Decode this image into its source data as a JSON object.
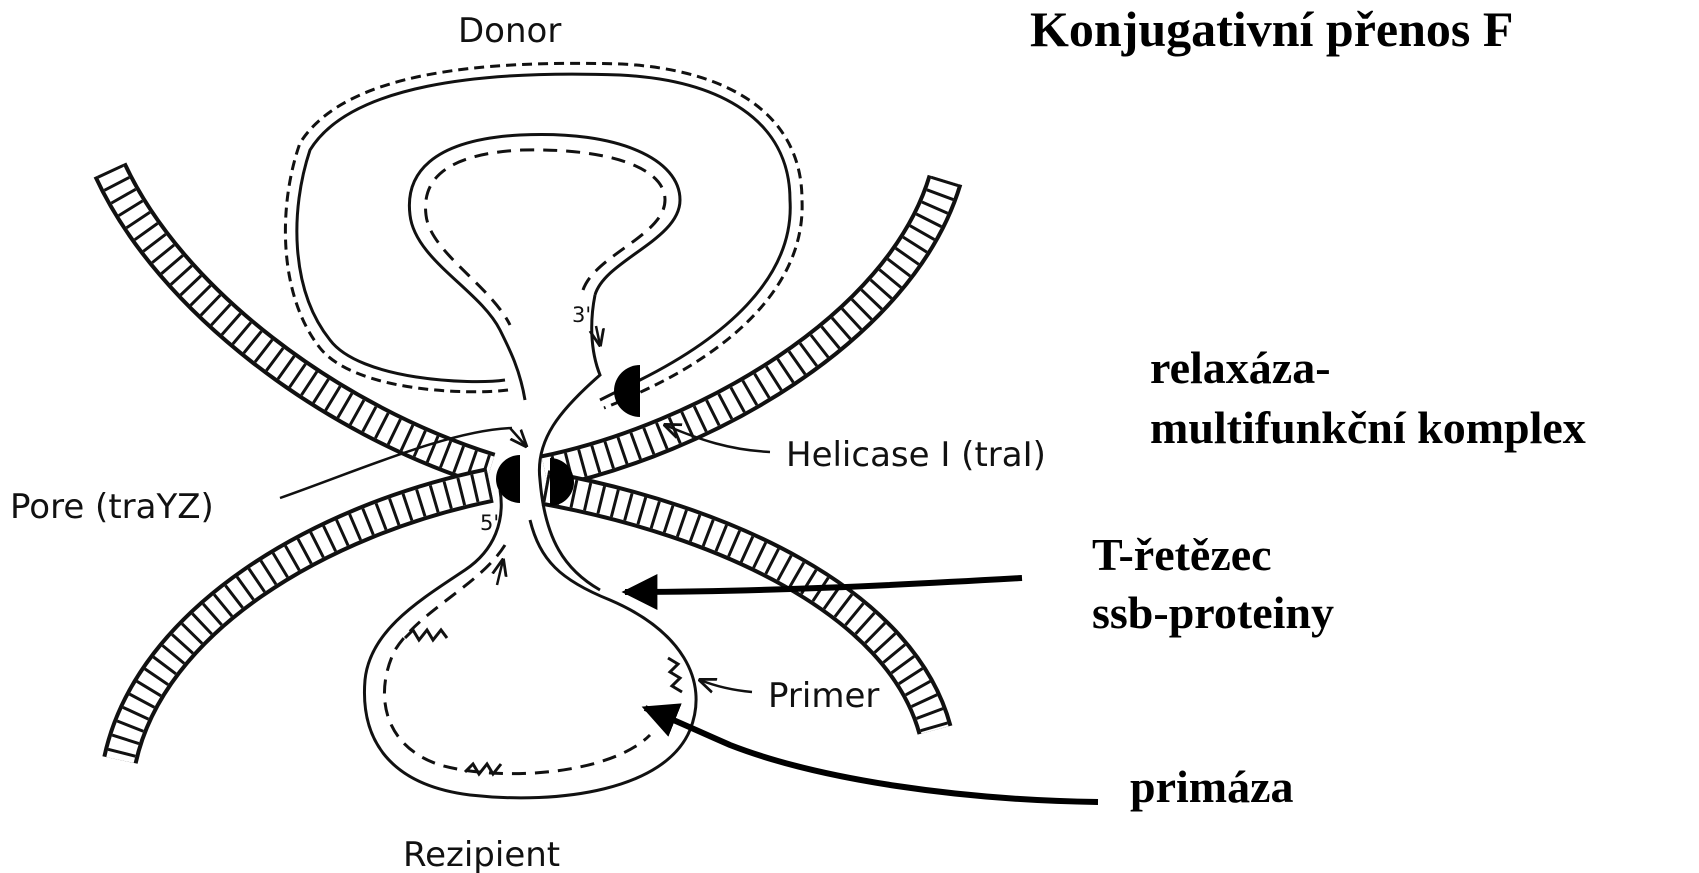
{
  "title": "Konjugativní přenos F",
  "labels": {
    "donor": "Donor",
    "recipient": "Rezipient",
    "pore": "Pore (traYZ)",
    "helicase": "Helicase I (traI)",
    "primer": "Primer",
    "three_prime": "3'",
    "five_prime": "5'"
  },
  "annotations": {
    "relaxase_line1": "relaxáza-",
    "relaxase_line2": "multifunkční komplex",
    "tstrand_line1": "T-řetězec",
    "tstrand_line2": "ssb-proteiny",
    "primase": "primáza"
  },
  "icons": [
    "relaxase-complex-icon",
    "pore-protein-icon",
    "helicase-protein-icon"
  ]
}
